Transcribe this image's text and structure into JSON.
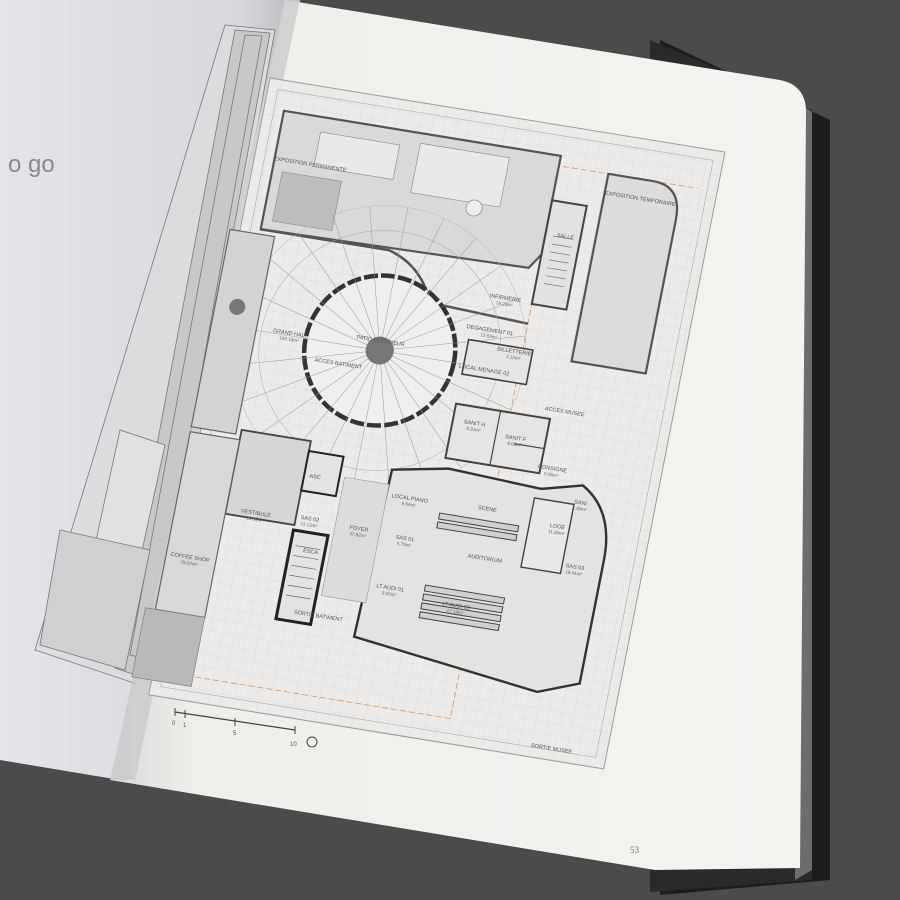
{
  "book": {
    "left_page": {
      "heading_fragment": "o go"
    },
    "right_page": {
      "page_number": "53"
    }
  },
  "plan": {
    "scale_bar": [
      "0",
      "1",
      "5",
      "10"
    ],
    "rooms": [
      {
        "name": "PATIO EXTERIEUR",
        "area": ""
      },
      {
        "name": "GRAND HALL",
        "area": "160.15m²"
      },
      {
        "name": "ACCES BATIMENT",
        "area": ""
      },
      {
        "name": "INFIRMERIE",
        "area": "19.23m²"
      },
      {
        "name": "DEGAGEMENT 01",
        "area": "13.63m²"
      },
      {
        "name": "BILLETTERIE",
        "area": "2.12m²"
      },
      {
        "name": "LOCAL MENAGE 02",
        "area": ""
      },
      {
        "name": "EXPOSITION TEMPORAIRE",
        "area": ""
      },
      {
        "name": "EXPOSITION PERMANENTE",
        "area": ""
      },
      {
        "name": "SALLE",
        "area": ""
      },
      {
        "name": "SANIT H",
        "area": "6.31m²"
      },
      {
        "name": "SANIT F",
        "area": "9.05m²"
      },
      {
        "name": "CONSIGNE",
        "area": "5.95m²"
      },
      {
        "name": "SANI",
        "area": "4.30m²"
      },
      {
        "name": "LOGE",
        "area": "11.50m²"
      },
      {
        "name": "SAS 03",
        "area": "18.41m²"
      },
      {
        "name": "SCENE",
        "area": ""
      },
      {
        "name": "AUDITORIUM",
        "area": ""
      },
      {
        "name": "LOCAL PIANO",
        "area": "9.64m²"
      },
      {
        "name": "SAS 01",
        "area": "4.75m²"
      },
      {
        "name": "LT AUDI 01",
        "area": "9.50m²"
      },
      {
        "name": "LT AUDI 03",
        "area": "17.19m²"
      },
      {
        "name": "FOYER",
        "area": "47.82m²"
      },
      {
        "name": "SAS 02",
        "area": "11.12m²"
      },
      {
        "name": "ASC",
        "area": ""
      },
      {
        "name": "ESCA",
        "area": ""
      },
      {
        "name": "VESTIBULE",
        "area": "20.85m²"
      },
      {
        "name": "COFFEE SHOP",
        "area": "79.07m²"
      },
      {
        "name": "SORTIE BATIMENT",
        "area": ""
      },
      {
        "name": "SORTIE MUSEE",
        "area": ""
      },
      {
        "name": "ACCES MUSEE",
        "area": ""
      }
    ]
  },
  "colors": {
    "background": "#4b4b4c",
    "page": "#f2f1ee",
    "accent_line": "#d98a4e"
  }
}
